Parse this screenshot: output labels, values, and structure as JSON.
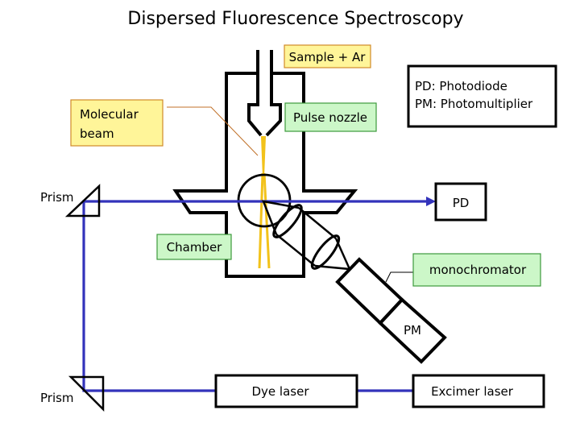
{
  "title": "Dispersed Fluorescence Spectroscopy",
  "labels": {
    "sample": "Sample + Ar",
    "molecular_beam_line1": "Molecular",
    "molecular_beam_line2": "beam",
    "pulse_nozzle": "Pulse nozzle",
    "chamber": "Chamber",
    "monochromator": "monochromator",
    "pd": "PD",
    "pm": "PM",
    "prism_top": "Prism",
    "prism_bottom": "Prism",
    "dye_laser": "Dye laser",
    "excimer_laser": "Excimer laser"
  },
  "legend": {
    "line1": "PD: Photodiode",
    "line2": "PM: Photomultiplier"
  },
  "colors": {
    "laser_beam": "#3333bb",
    "molecular_beam": "#f2c21b",
    "callout_yellow": "#fff599",
    "callout_green": "#ccf7c8"
  }
}
